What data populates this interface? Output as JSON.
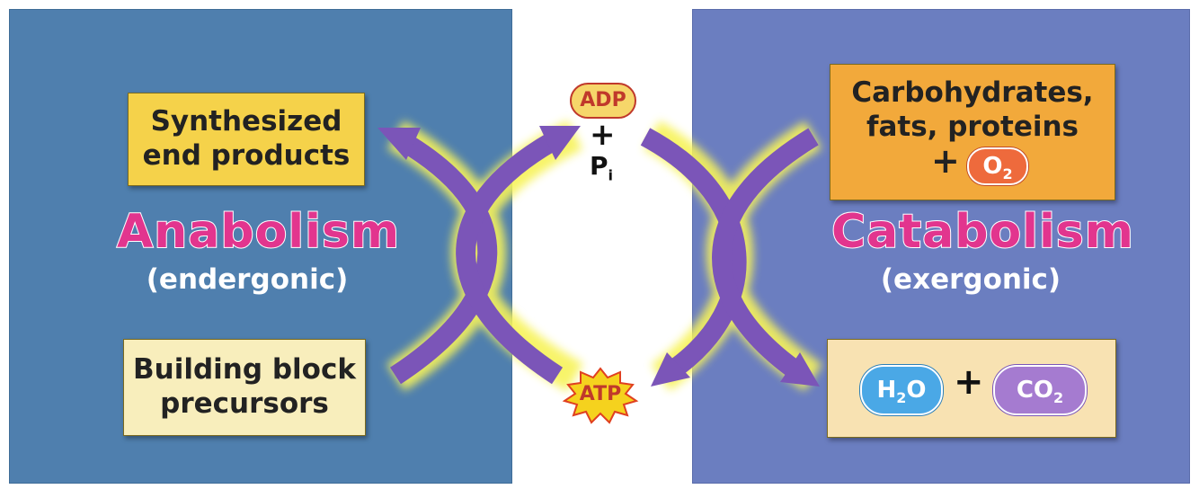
{
  "left_panel": {
    "top_box": {
      "line1": "Synthesized",
      "line2": "end products"
    },
    "heading": "Anabolism",
    "subheading": "(endergonic)",
    "bottom_box": {
      "line1": "Building block",
      "line2": "precursors"
    }
  },
  "right_panel": {
    "top_box": {
      "line1": "Carbohydrates,",
      "line2": "fats, proteins",
      "plus": "+",
      "o2_base": "O",
      "o2_sub": "2"
    },
    "heading": "Catabolism",
    "subheading": "(exergonic)",
    "bottom_box": {
      "h2o_h": "H",
      "h2o_sub": "2",
      "h2o_o": "O",
      "plus": "+",
      "co2_base": "CO",
      "co2_sub": "2"
    }
  },
  "center": {
    "adp": "ADP",
    "plus": "+",
    "pi_base": "P",
    "pi_sub": "i",
    "atp": "ATP"
  },
  "colors": {
    "left_panel": "#4f7fae",
    "right_panel": "#6b7ec0",
    "arrow": "#7b55b8",
    "glow": "#f7f35a",
    "heading": "#e2358e",
    "adp_fill": "#f6d66a",
    "atp_fill": "#f5d21e"
  }
}
